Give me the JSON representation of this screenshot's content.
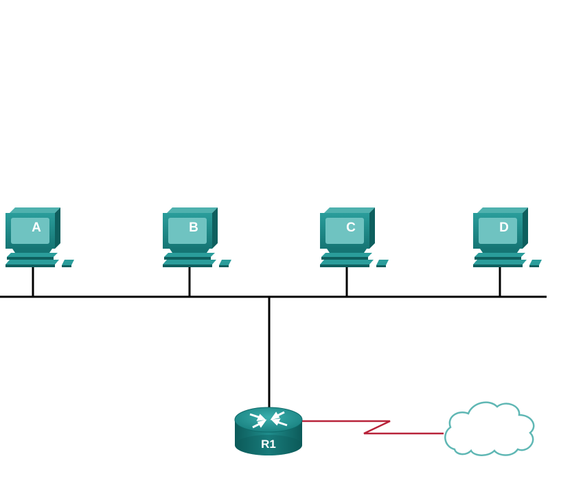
{
  "diagram": {
    "hosts": [
      {
        "id": "pc-a",
        "label": "A"
      },
      {
        "id": "pc-b",
        "label": "B"
      },
      {
        "id": "pc-c",
        "label": "C"
      },
      {
        "id": "pc-d",
        "label": "D"
      }
    ],
    "router": {
      "label": "R1"
    },
    "colors": {
      "device_teal": "#1f8d8c",
      "device_dark": "#0e5f5e",
      "device_light": "#6fc3c1",
      "bus_line": "#000000",
      "serial_link": "#b8233a",
      "cloud_outline": "#5fb7b4"
    },
    "icons": [
      "desktop-pc-icon",
      "router-icon",
      "cloud-icon"
    ]
  }
}
